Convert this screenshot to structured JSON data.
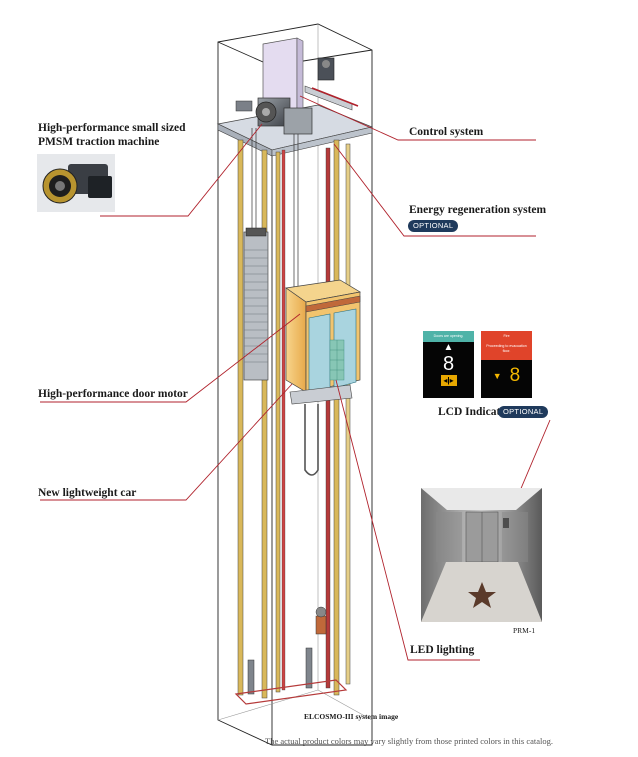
{
  "callouts": {
    "traction_machine": {
      "line1": "High-performance small sized",
      "line2": "PMSM traction machine"
    },
    "control_system": "Control system",
    "energy_regeneration": {
      "label": "Energy regeneration system",
      "badge": "OPTIONAL"
    },
    "door_motor": "High-performance door motor",
    "lightweight_car": "New lightweight car",
    "lcd_indicator": {
      "label": "LCD Indicator",
      "badge": "OPTIONAL"
    },
    "led_lighting": "LED lighting"
  },
  "lcd_screens": [
    {
      "status": "Doors are opening.",
      "floor": "8",
      "direction": "up",
      "symbol": "◂|▸"
    },
    {
      "status": "Fire",
      "message": "Proceeding to evacuation floor.",
      "floor": "8",
      "direction": "down"
    }
  ],
  "photo_captions": {
    "interior": "PRM-1"
  },
  "diagram_caption": "ELCOSMO-III system image",
  "footnote": "The actual product colors may vary slightly from those printed colors in this catalog.",
  "colors": {
    "leader_line": "#b0222c",
    "badge": "#1f3a5c",
    "rail": "#d9b85a",
    "car": "#f2c46e",
    "door_glass": "#a9d4df",
    "lcd_teal": "#4fb3a8",
    "lcd_red": "#e0442a",
    "lcd_yellow": "#f5b800"
  }
}
